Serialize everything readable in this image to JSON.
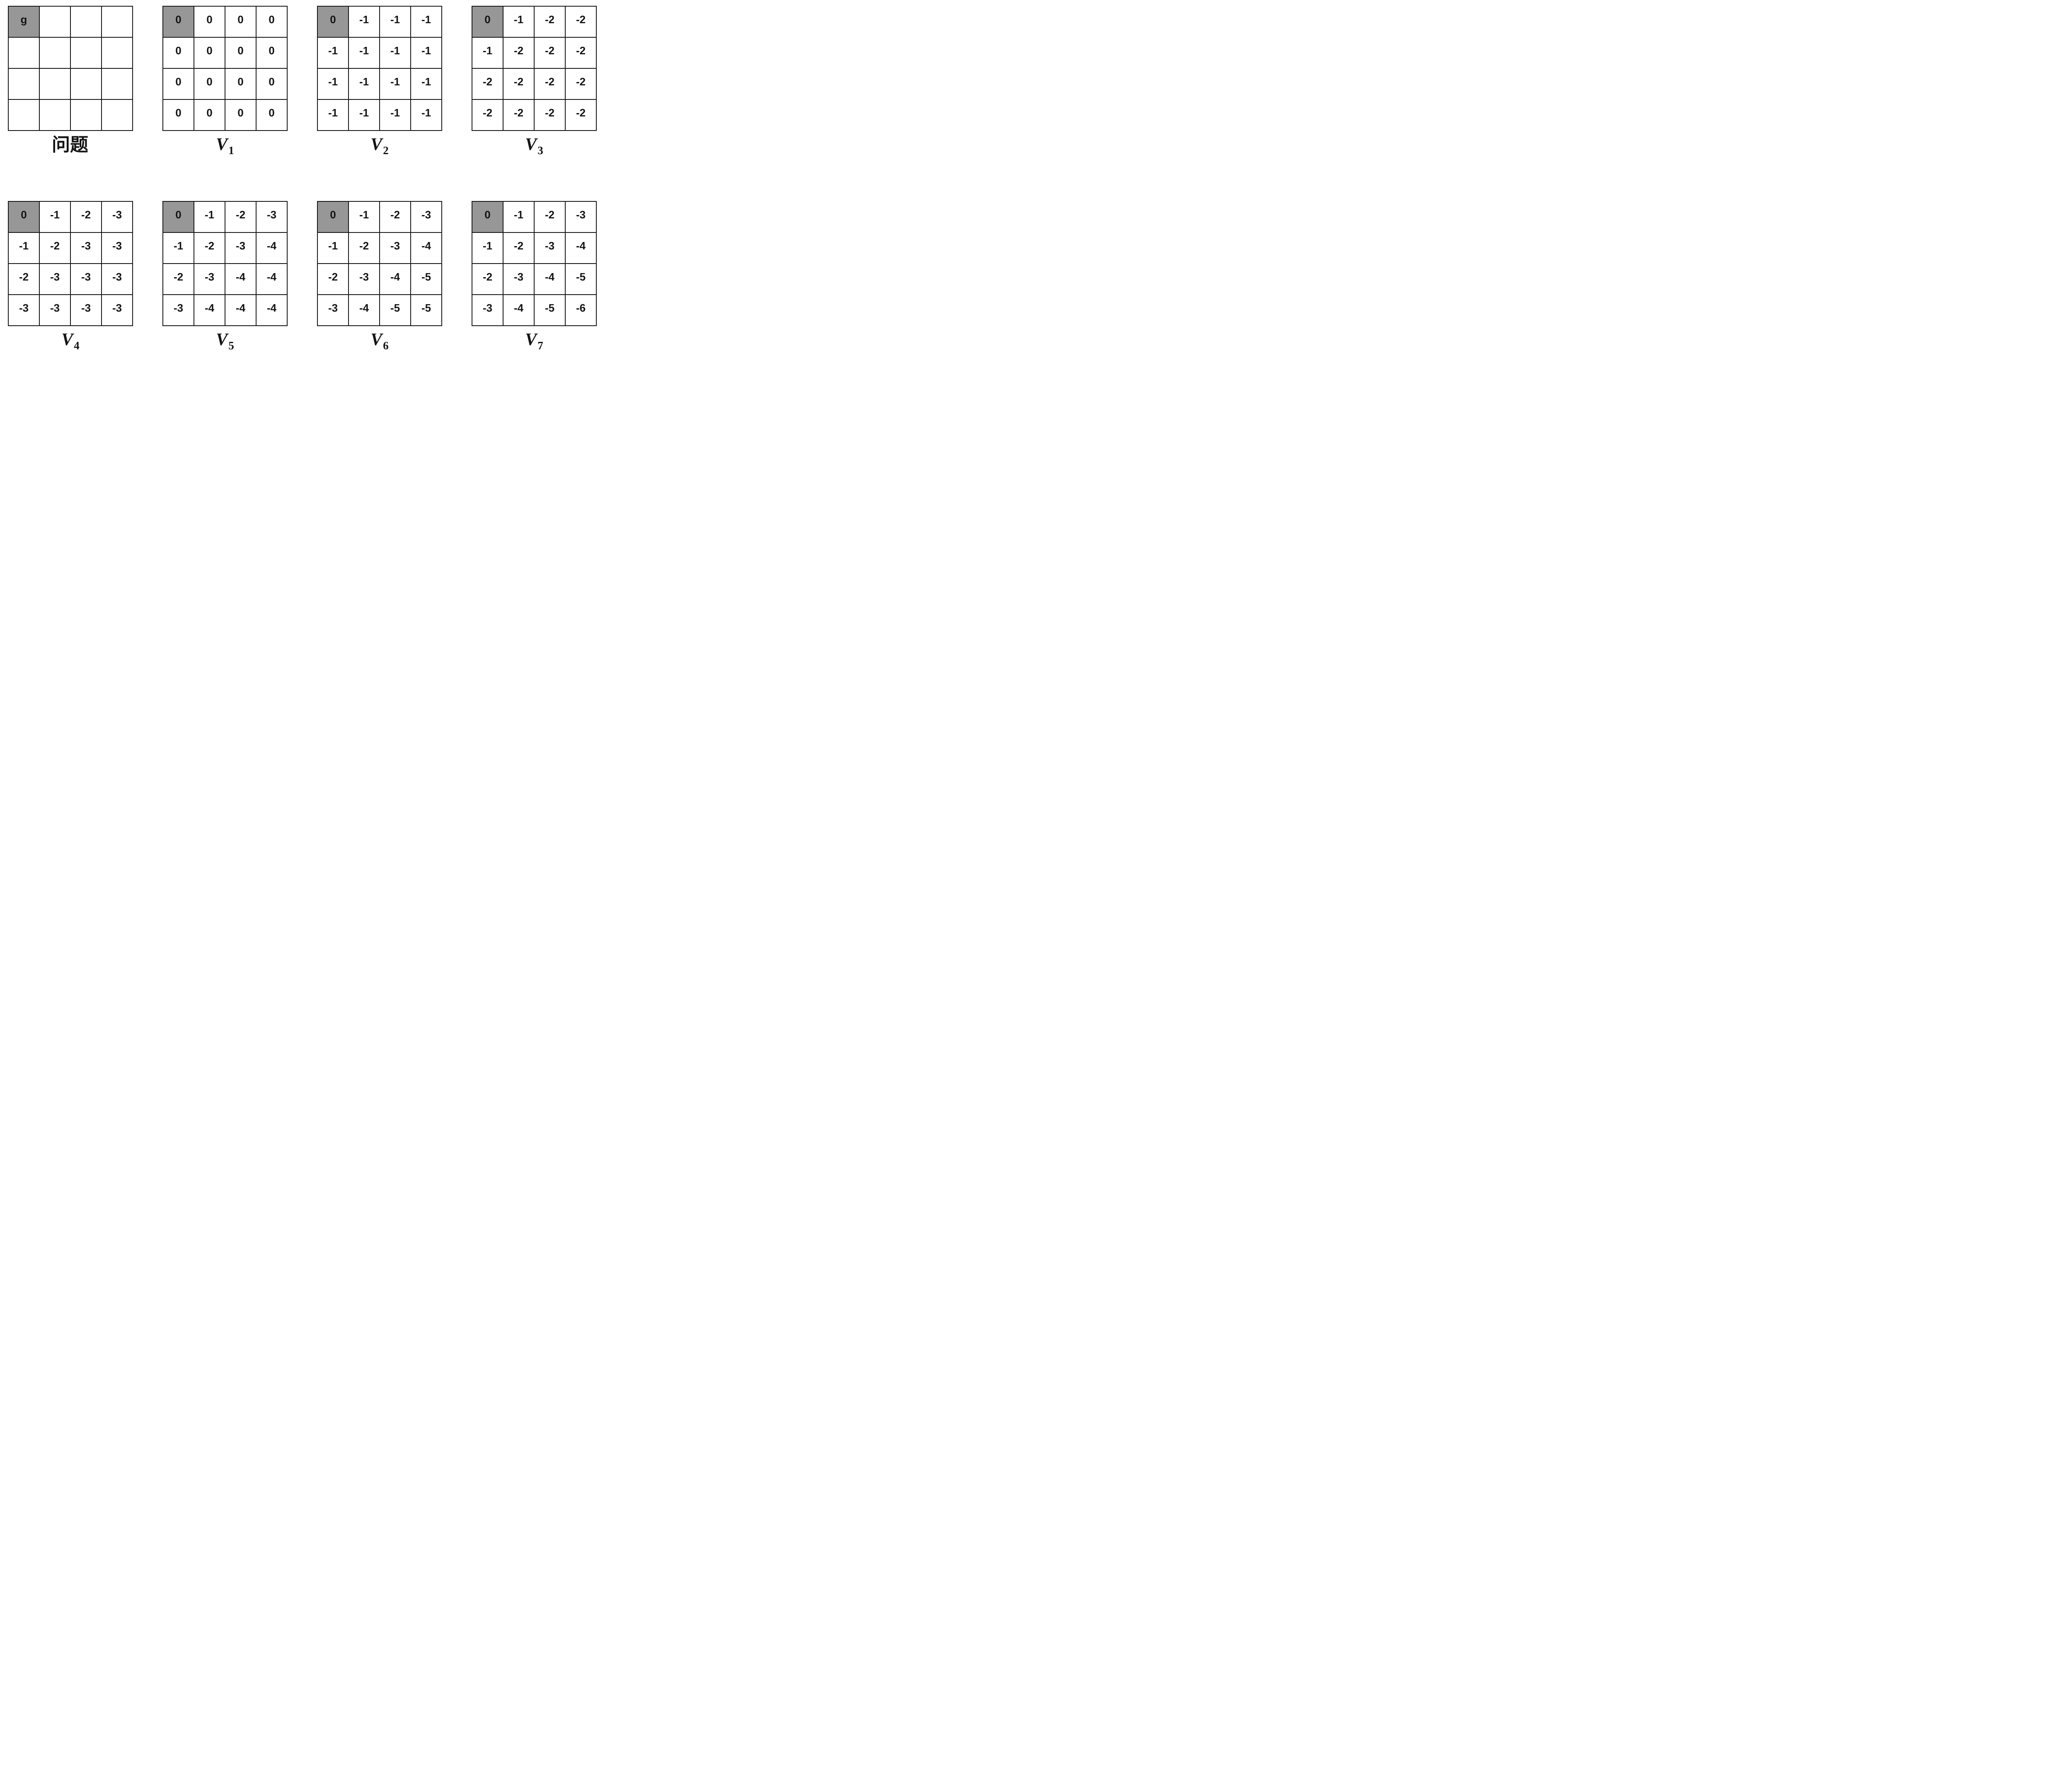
{
  "figure": {
    "rows": [
      [
        {
          "name": "problem",
          "label": {
            "text": "问题",
            "sub": ""
          },
          "goal": {
            "row": 0,
            "col": 0
          },
          "cells": [
            [
              "g",
              "",
              "",
              ""
            ],
            [
              "",
              "",
              "",
              ""
            ],
            [
              "",
              "",
              "",
              ""
            ],
            [
              "",
              "",
              "",
              ""
            ]
          ]
        },
        {
          "name": "v1",
          "label": {
            "text": "V",
            "sub": "1"
          },
          "goal": {
            "row": 0,
            "col": 0
          },
          "cells": [
            [
              "0",
              "0",
              "0",
              "0"
            ],
            [
              "0",
              "0",
              "0",
              "0"
            ],
            [
              "0",
              "0",
              "0",
              "0"
            ],
            [
              "0",
              "0",
              "0",
              "0"
            ]
          ]
        },
        {
          "name": "v2",
          "label": {
            "text": "V",
            "sub": "2"
          },
          "goal": {
            "row": 0,
            "col": 0
          },
          "cells": [
            [
              "0",
              "-1",
              "-1",
              "-1"
            ],
            [
              "-1",
              "-1",
              "-1",
              "-1"
            ],
            [
              "-1",
              "-1",
              "-1",
              "-1"
            ],
            [
              "-1",
              "-1",
              "-1",
              "-1"
            ]
          ]
        },
        {
          "name": "v3",
          "label": {
            "text": "V",
            "sub": "3"
          },
          "goal": {
            "row": 0,
            "col": 0
          },
          "cells": [
            [
              "0",
              "-1",
              "-2",
              "-2"
            ],
            [
              "-1",
              "-2",
              "-2",
              "-2"
            ],
            [
              "-2",
              "-2",
              "-2",
              "-2"
            ],
            [
              "-2",
              "-2",
              "-2",
              "-2"
            ]
          ]
        }
      ],
      [
        {
          "name": "v4",
          "label": {
            "text": "V",
            "sub": "4"
          },
          "goal": {
            "row": 0,
            "col": 0
          },
          "cells": [
            [
              "0",
              "-1",
              "-2",
              "-3"
            ],
            [
              "-1",
              "-2",
              "-3",
              "-3"
            ],
            [
              "-2",
              "-3",
              "-3",
              "-3"
            ],
            [
              "-3",
              "-3",
              "-3",
              "-3"
            ]
          ]
        },
        {
          "name": "v5",
          "label": {
            "text": "V",
            "sub": "5"
          },
          "goal": {
            "row": 0,
            "col": 0
          },
          "cells": [
            [
              "0",
              "-1",
              "-2",
              "-3"
            ],
            [
              "-1",
              "-2",
              "-3",
              "-4"
            ],
            [
              "-2",
              "-3",
              "-4",
              "-4"
            ],
            [
              "-3",
              "-4",
              "-4",
              "-4"
            ]
          ]
        },
        {
          "name": "v6",
          "label": {
            "text": "V",
            "sub": "6"
          },
          "goal": {
            "row": 0,
            "col": 0
          },
          "cells": [
            [
              "0",
              "-1",
              "-2",
              "-3"
            ],
            [
              "-1",
              "-2",
              "-3",
              "-4"
            ],
            [
              "-2",
              "-3",
              "-4",
              "-5"
            ],
            [
              "-3",
              "-4",
              "-5",
              "-5"
            ]
          ]
        },
        {
          "name": "v7",
          "label": {
            "text": "V",
            "sub": "7"
          },
          "goal": {
            "row": 0,
            "col": 0
          },
          "cells": [
            [
              "0",
              "-1",
              "-2",
              "-3"
            ],
            [
              "-1",
              "-2",
              "-3",
              "-4"
            ],
            [
              "-2",
              "-3",
              "-4",
              "-5"
            ],
            [
              "-3",
              "-4",
              "-5",
              "-6"
            ]
          ]
        }
      ]
    ]
  },
  "colors": {
    "background": "#ffffff",
    "grid_line": "#141414",
    "cell_text": "#141414",
    "goal_cell_bg": "#979797"
  }
}
